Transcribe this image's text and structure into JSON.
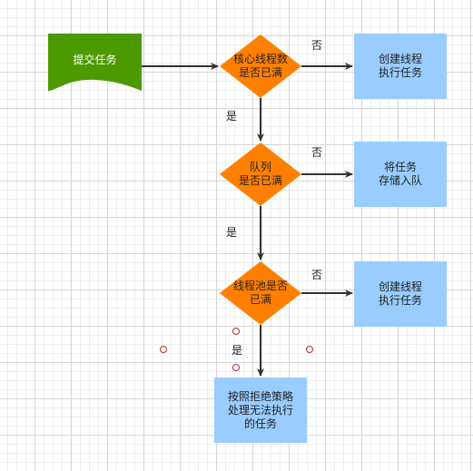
{
  "nodes": {
    "submit": "提交任务",
    "core_check": "核心线程数\n是否已满",
    "create_core": "创建线程\n执行任务",
    "queue_check": "队列\n是否已满",
    "enqueue": "将任务\n存储入队",
    "pool_check": "线程池是否\n已满",
    "create_thread": "创建线程\n执行任务",
    "reject": "按照拒绝策略\n处理无法执行\n的任务"
  },
  "edge_labels": {
    "core_no": "否",
    "core_yes": "是",
    "queue_no": "否",
    "queue_yes": "是",
    "pool_no": "否",
    "pool_yes": "是"
  },
  "colors": {
    "process_fill": "#99ccff",
    "decision_fill": "#ff8000",
    "start_fill": "#4d9900",
    "start_text": "#ffffff",
    "edge": "#333333"
  }
}
